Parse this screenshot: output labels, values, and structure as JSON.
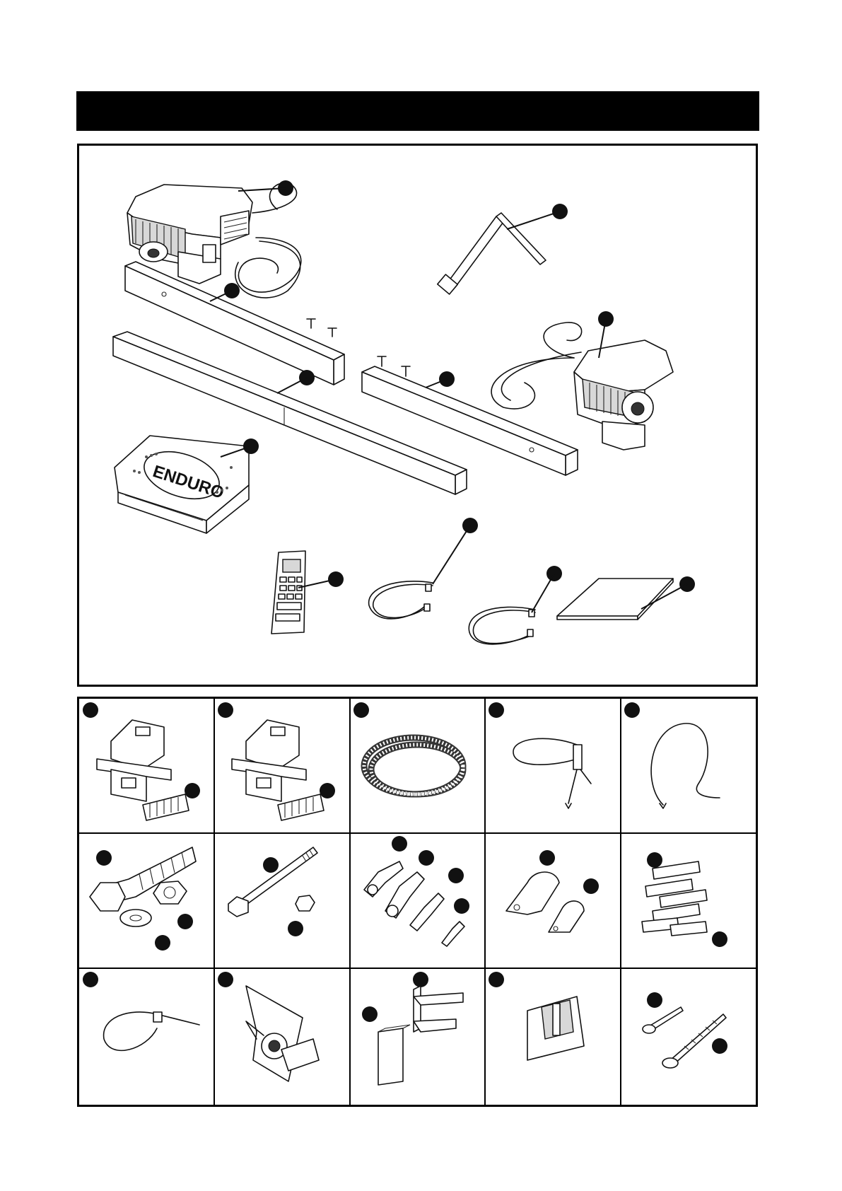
{
  "header": {
    "title": ""
  },
  "main_parts": [
    {
      "name": "motor-unit-left"
    },
    {
      "name": "handle-crank"
    },
    {
      "name": "cross-tube-short-left"
    },
    {
      "name": "motor-unit-right"
    },
    {
      "name": "cross-tube-long"
    },
    {
      "name": "cross-tube-short-right"
    },
    {
      "name": "control-box"
    },
    {
      "name": "remote-control"
    },
    {
      "name": "cable-1"
    },
    {
      "name": "cable-2"
    },
    {
      "name": "manual-booklet"
    }
  ],
  "branding": {
    "logo_text": "ENDURO"
  },
  "grid_cells": [
    [
      "mounting-bracket-left",
      "mounting-bracket-right",
      "corrugated-hose",
      "cable-with-fuse",
      "earth-cable"
    ],
    [
      "bolt-nut-washer",
      "axle-bolt-nut",
      "cable-lugs",
      "pipe-clamps",
      "rubber-pads"
    ],
    [
      "cable-tie",
      "main-switch",
      "tube-connectors",
      "remote-holder",
      "screws"
    ]
  ]
}
